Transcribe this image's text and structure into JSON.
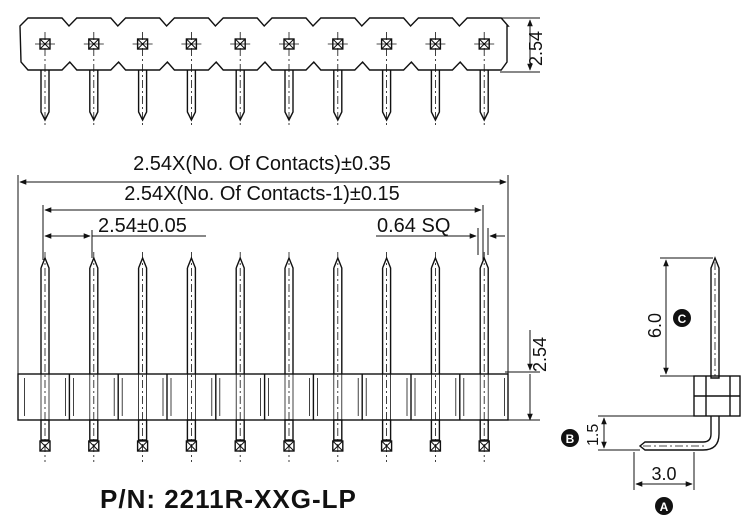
{
  "part_number": "P/N: 2211R-XXG-LP",
  "dimensions": {
    "overall_length": "2.54X(No. Of Contacts)±0.35",
    "pin_span": "2.54X(No. Of Contacts-1)±0.15",
    "pitch": "2.54±0.05",
    "pin_size": "0.64 SQ",
    "top_height": "2.54",
    "side_height": "2.54",
    "pin_length_c": "6.0",
    "bend_height_b": "1.5",
    "bend_length_a": "3.0"
  },
  "callouts": {
    "a": "A",
    "b": "B",
    "c": "C"
  },
  "colors": {
    "line": "#111111",
    "background": "#ffffff"
  },
  "contacts_shown": 10
}
